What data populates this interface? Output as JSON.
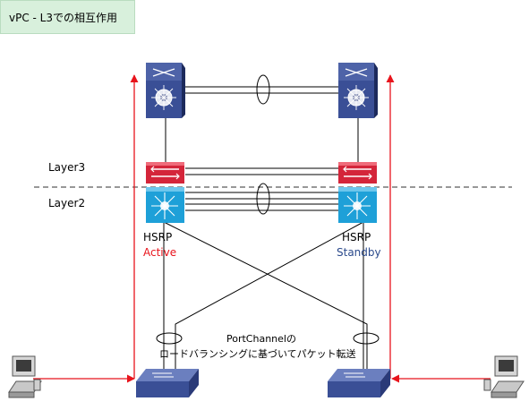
{
  "title": "vPC - L3での相互作用",
  "layers": {
    "l3": "Layer3",
    "l2": "Layer2"
  },
  "left_switch": {
    "protocol": "HSRP",
    "state": "Active",
    "state_color": "#e8141c"
  },
  "right_switch": {
    "protocol": "HSRP",
    "state": "Standby",
    "state_color": "#2b4a8c"
  },
  "note": {
    "line1": "PortChannelの",
    "line2": "ロードバランシングに基づいてパケット転送"
  },
  "colors": {
    "arrow": "#e8141c",
    "router_blue": "#3a4f96",
    "l3_red": "#d4253a",
    "l2_cyan": "#1ea0d8"
  }
}
